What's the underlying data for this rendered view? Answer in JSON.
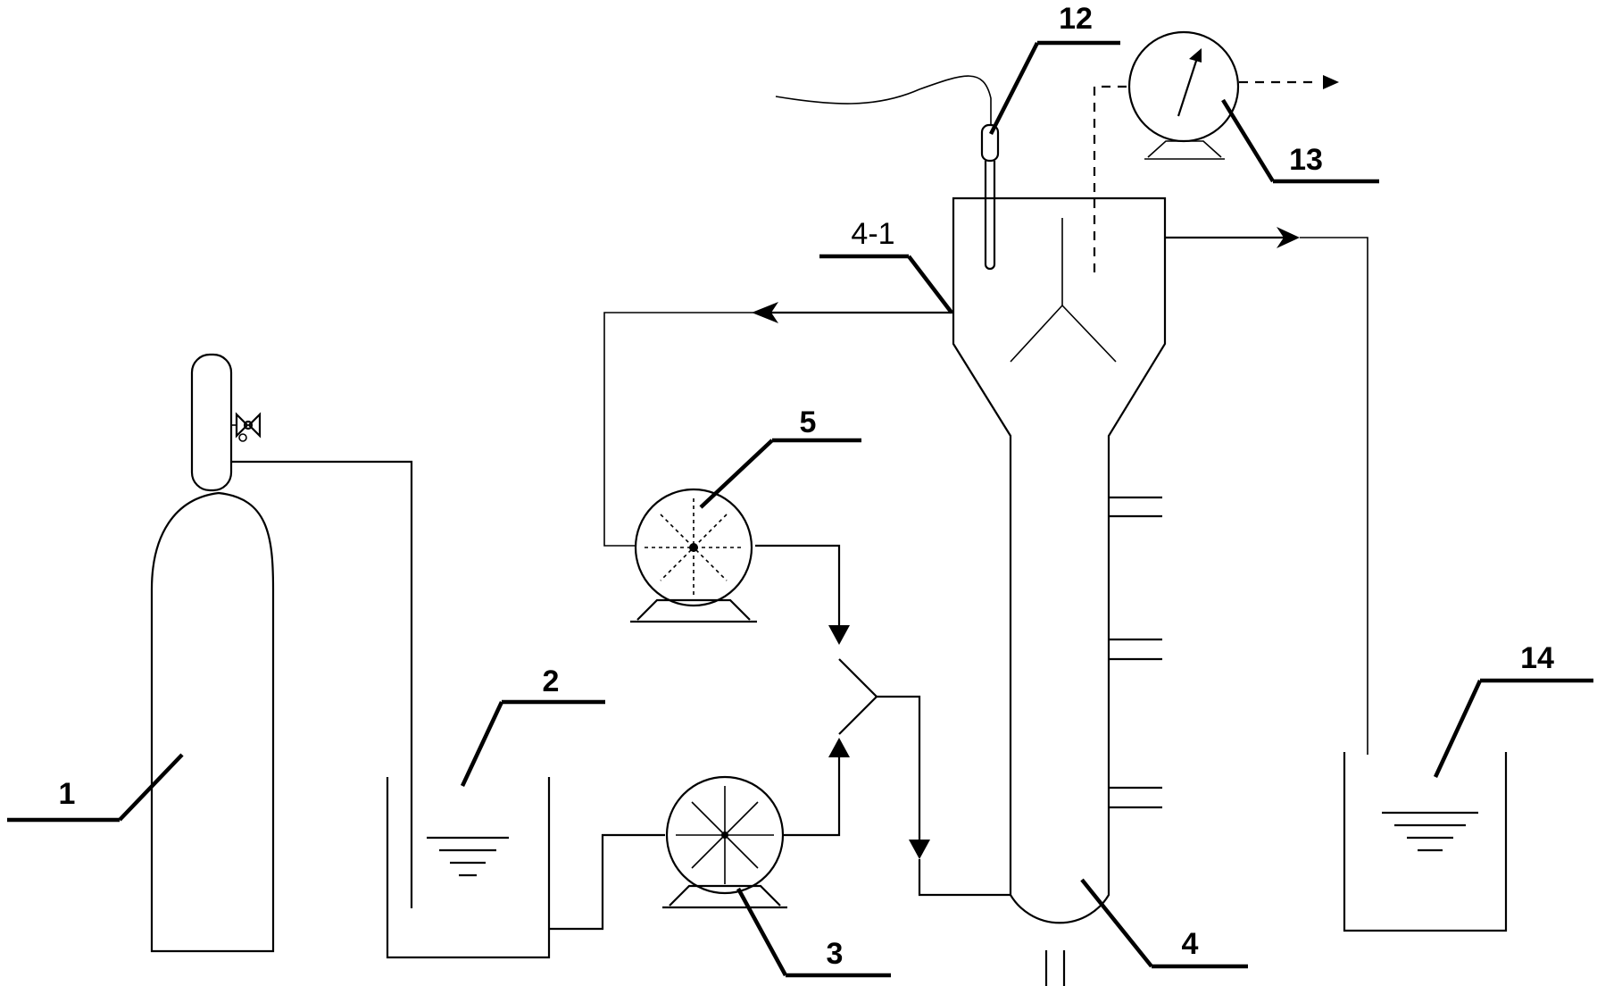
{
  "labels": {
    "l1": "1",
    "l2": "2",
    "l3": "3",
    "l4": "4",
    "l4_1": "4-1",
    "l5": "5",
    "l12": "12",
    "l13": "13",
    "l14": "14"
  },
  "colors": {
    "stroke": "#000000",
    "background": "#ffffff"
  }
}
